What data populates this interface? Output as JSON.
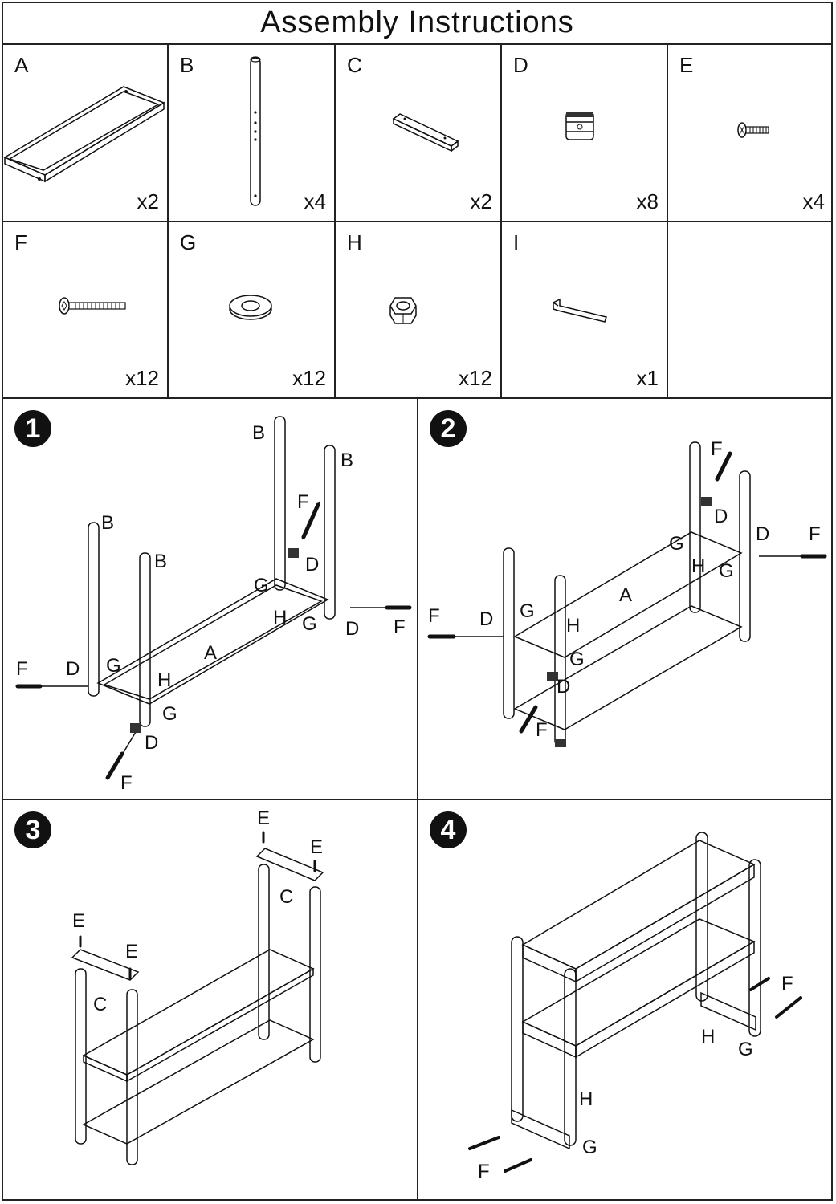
{
  "title": "Assembly Instructions",
  "parts": [
    {
      "letter": "A",
      "qty": "x2",
      "icon": "shelf-frame-icon"
    },
    {
      "letter": "B",
      "qty": "x4",
      "icon": "leg-tube-icon"
    },
    {
      "letter": "C",
      "qty": "x2",
      "icon": "angle-bracket-icon"
    },
    {
      "letter": "D",
      "qty": "x8",
      "icon": "clamp-connector-icon"
    },
    {
      "letter": "E",
      "qty": "x4",
      "icon": "short-screw-icon"
    },
    {
      "letter": "F",
      "qty": "x12",
      "icon": "long-bolt-icon"
    },
    {
      "letter": "G",
      "qty": "x12",
      "icon": "washer-icon"
    },
    {
      "letter": "H",
      "qty": "x12",
      "icon": "hex-nut-icon"
    },
    {
      "letter": "I",
      "qty": "x1",
      "icon": "allen-key-icon"
    }
  ],
  "steps": [
    {
      "number": "1",
      "labels": [
        "B",
        "B",
        "B",
        "B",
        "F",
        "D",
        "G",
        "H",
        "G",
        "D",
        "F",
        "A",
        "F",
        "D",
        "G",
        "H",
        "G",
        "D",
        "F"
      ]
    },
    {
      "number": "2",
      "labels": [
        "F",
        "D",
        "D",
        "F",
        "G",
        "H",
        "G",
        "A",
        "F",
        "D",
        "G",
        "H",
        "G",
        "D",
        "F"
      ]
    },
    {
      "number": "3",
      "labels": [
        "E",
        "E",
        "C",
        "E",
        "E",
        "C"
      ]
    },
    {
      "number": "4",
      "labels": [
        "F",
        "H",
        "G",
        "H",
        "G",
        "F"
      ]
    }
  ]
}
